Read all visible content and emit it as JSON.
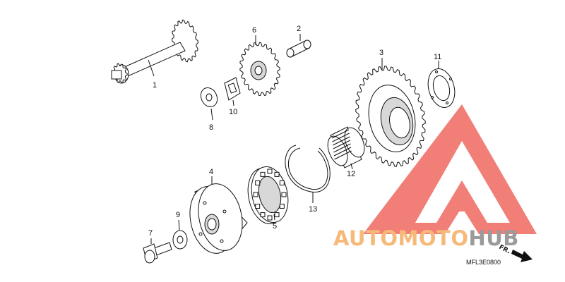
{
  "callouts": {
    "p1": "1",
    "p2": "2",
    "p3": "3",
    "p4": "4",
    "p5": "5",
    "p6": "6",
    "p7": "7",
    "p8": "8",
    "p9": "9",
    "p10": "10",
    "p11": "11",
    "p12": "12",
    "p13": "13"
  },
  "diagram_code": "MFL3E0800",
  "direction_label": "FR.",
  "watermark": {
    "word_a": "AUTOMOTO",
    "word_b": "HUB",
    "color_a": "#f6b97a",
    "color_b": "#9a9a9a",
    "logo_color": "#ee5a52"
  }
}
